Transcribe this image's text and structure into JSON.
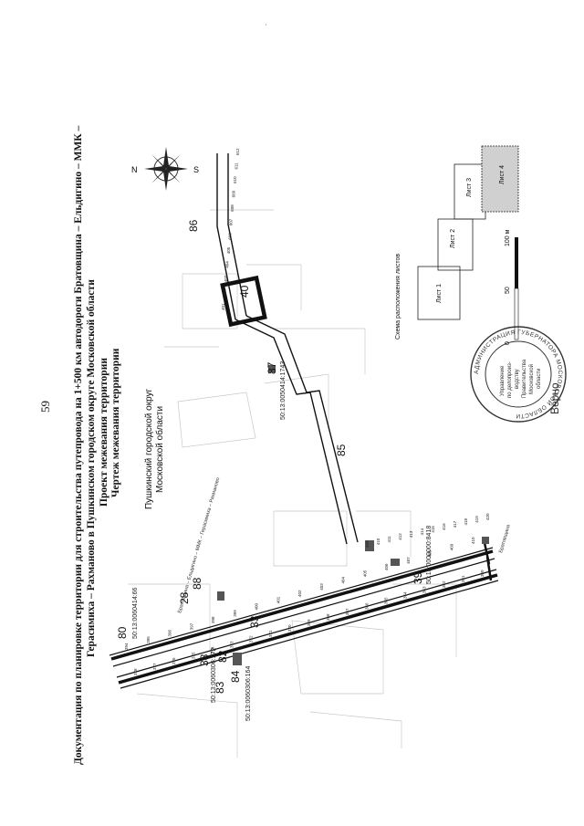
{
  "page_number": "59",
  "side_mark": "».",
  "corner_mark": "·",
  "title_lines": [
    "Документация по планировке территории для строительства путепровода на 1+500 км автодороги Братовщина – Ельдигино – ММК –",
    "Герасимиха – Рахманово в Пушкинском городском округе Московской области",
    "Проект межевания территории",
    "Чертеж межевания территории"
  ],
  "district_label": [
    "Пушкинский городской округ",
    "Московской области"
  ],
  "road_label": "Братовщина – Ельдигино – ММК – Герасимиха – Рахманово",
  "road_label_end": "Братовщина",
  "zone_numbers": [
    "80",
    "28",
    "88",
    "38",
    "33",
    "82",
    "83",
    "84",
    "39",
    "85",
    "87",
    "40",
    "86"
  ],
  "cadastral": [
    "50:13:0060414:66",
    "50:13:0060306:172",
    "50:13:0060306:164",
    "50:13:0000000:8418",
    "50:13:0050414:1743"
  ],
  "scheme": {
    "title": "Схема расположения листов",
    "sheets": [
      "Лист 1",
      "Лист 2",
      "Лист 3",
      "Лист 4"
    ]
  },
  "scale_bar": {
    "ticks": [
      "0",
      "50",
      "100 м"
    ]
  },
  "compass": {
    "north": "N",
    "south": "S"
  },
  "stamp": {
    "ring_text": "АДМИНИСТРАЦИЯ ГУБЕРНАТОРА МОСКОВСКОЙ ОБЛАСТИ",
    "center_lines": [
      "Управление",
      "по делопроиз-",
      "водству",
      "Правительства",
      "Московской",
      "области"
    ],
    "signature": "Верно"
  },
  "point_labels_col1": [
    "378",
    "377",
    "376",
    "375",
    "374",
    "373",
    "372",
    "371",
    "370",
    "369",
    "368",
    "367",
    "366",
    "365",
    "364",
    "363",
    "362",
    "361",
    "360"
  ],
  "point_labels_col2": [
    "394",
    "395",
    "396",
    "397",
    "398",
    "399",
    "400",
    "401",
    "402",
    "403",
    "404",
    "405",
    "406",
    "407",
    "408",
    "409",
    "410"
  ],
  "point_labels_col3": [
    "409",
    "410",
    "411",
    "412",
    "413",
    "414",
    "415",
    "416",
    "417",
    "418",
    "419",
    "420"
  ],
  "point_labels_top": [
    "401",
    "402",
    "403",
    "404",
    "405",
    "606",
    "607",
    "608",
    "609",
    "610",
    "611",
    "612"
  ],
  "accent_colors": {
    "ink": "#111111",
    "stamp": "#333333",
    "grid": "#c8c8c8"
  }
}
